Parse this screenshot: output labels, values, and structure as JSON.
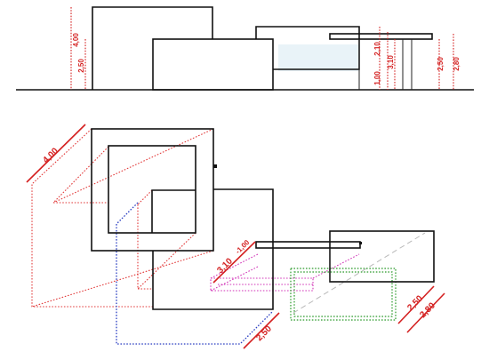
{
  "elevation": {
    "dims": {
      "d400": "4,00",
      "d250": "2,50",
      "d210": "2,10",
      "d310": "3,10",
      "d100": "1,00",
      "d250b": "2,50",
      "d280": "2,80"
    }
  },
  "plan": {
    "dims": {
      "d400": "4,00",
      "d310": "3,10",
      "d100": "-1,00",
      "d250_blue": "2,50",
      "d250": "2,50",
      "d280": "2,80"
    }
  },
  "colors": {
    "outline": "#111111",
    "height_marks": "#d42020",
    "offset_blue": "#2b3fc2",
    "offset_green": "#2a9a2a",
    "offset_magenta": "#d236b8"
  }
}
